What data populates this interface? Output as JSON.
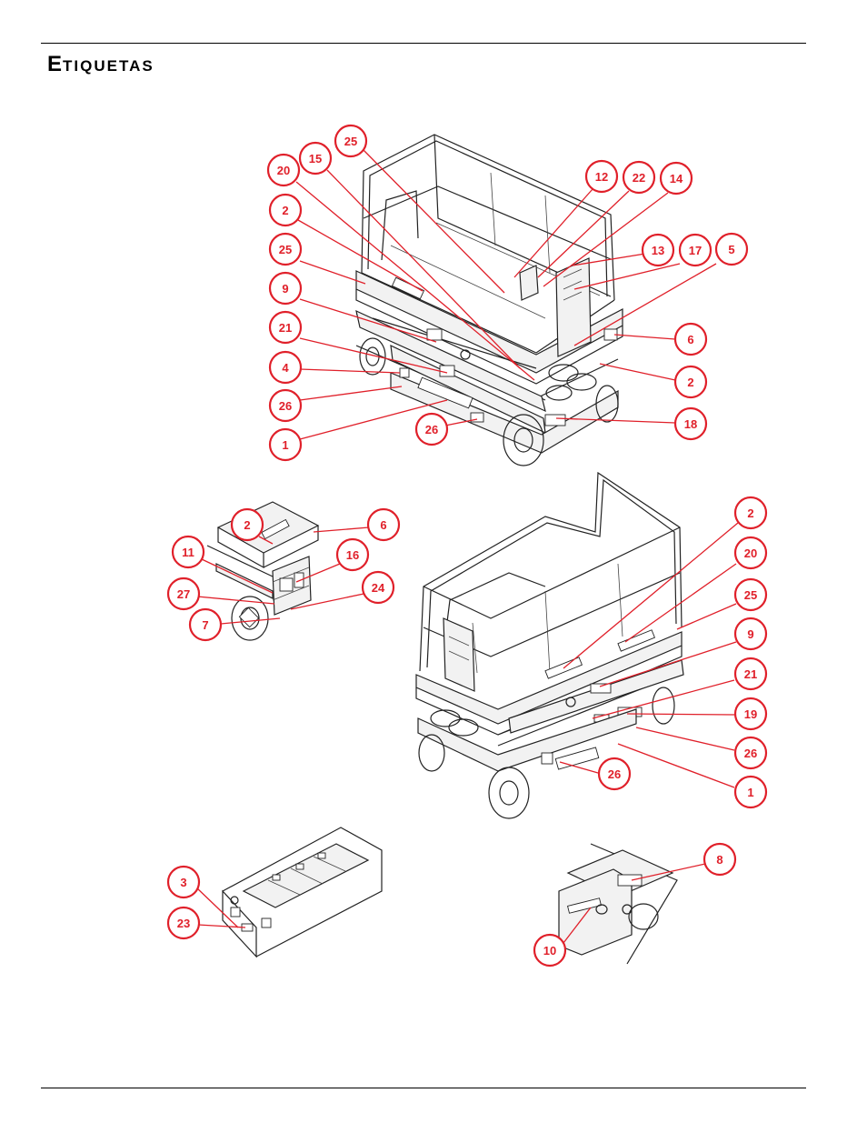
{
  "page": {
    "title_first": "E",
    "title_rest": "TIQUETAS"
  },
  "callouts": [
    {
      "id": "c1",
      "label": "25"
    },
    {
      "id": "c2",
      "label": "15"
    },
    {
      "id": "c3",
      "label": "20"
    },
    {
      "id": "c4",
      "label": "2"
    },
    {
      "id": "c5",
      "label": "25"
    },
    {
      "id": "c6",
      "label": "9"
    },
    {
      "id": "c7",
      "label": "21"
    },
    {
      "id": "c8",
      "label": "4"
    },
    {
      "id": "c9",
      "label": "26"
    },
    {
      "id": "c10",
      "label": "1"
    },
    {
      "id": "c11",
      "label": "26"
    },
    {
      "id": "c12",
      "label": "12"
    },
    {
      "id": "c13",
      "label": "22"
    },
    {
      "id": "c14",
      "label": "14"
    },
    {
      "id": "c15",
      "label": "13"
    },
    {
      "id": "c16",
      "label": "17"
    },
    {
      "id": "c17",
      "label": "5"
    },
    {
      "id": "c18",
      "label": "6"
    },
    {
      "id": "c19",
      "label": "2"
    },
    {
      "id": "c20",
      "label": "18"
    },
    {
      "id": "c21",
      "label": "2"
    },
    {
      "id": "c22",
      "label": "6"
    },
    {
      "id": "c23",
      "label": "11"
    },
    {
      "id": "c24",
      "label": "16"
    },
    {
      "id": "c25",
      "label": "27"
    },
    {
      "id": "c26",
      "label": "24"
    },
    {
      "id": "c27",
      "label": "7"
    },
    {
      "id": "c28",
      "label": "2"
    },
    {
      "id": "c29",
      "label": "20"
    },
    {
      "id": "c30",
      "label": "25"
    },
    {
      "id": "c31",
      "label": "9"
    },
    {
      "id": "c32",
      "label": "21"
    },
    {
      "id": "c33",
      "label": "19"
    },
    {
      "id": "c34",
      "label": "26"
    },
    {
      "id": "c35",
      "label": "1"
    },
    {
      "id": "c36",
      "label": "26"
    },
    {
      "id": "c37",
      "label": "3"
    },
    {
      "id": "c38",
      "label": "23"
    },
    {
      "id": "c39",
      "label": "8"
    },
    {
      "id": "c40",
      "label": "10"
    }
  ],
  "colors": {
    "callout": "#e0202a",
    "line": "#222222",
    "rule": "#000000"
  }
}
